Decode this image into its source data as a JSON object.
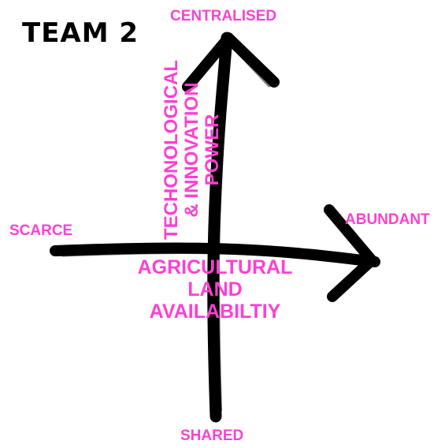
{
  "title": "TEAM 2",
  "axes": {
    "y_top": "CENTRALISED",
    "y_bottom": "SHARED",
    "x_left": "SCARCE",
    "x_right": "ABUNDANT",
    "x_title": "AGRICULTURAL LAND AVAILABILTIY",
    "y_title": "TECHONOLOGICAL & INNOVATION POWER"
  },
  "colors": {
    "label": "#ff3fd2",
    "axis_stroke": "#000000",
    "title": "#000000"
  }
}
